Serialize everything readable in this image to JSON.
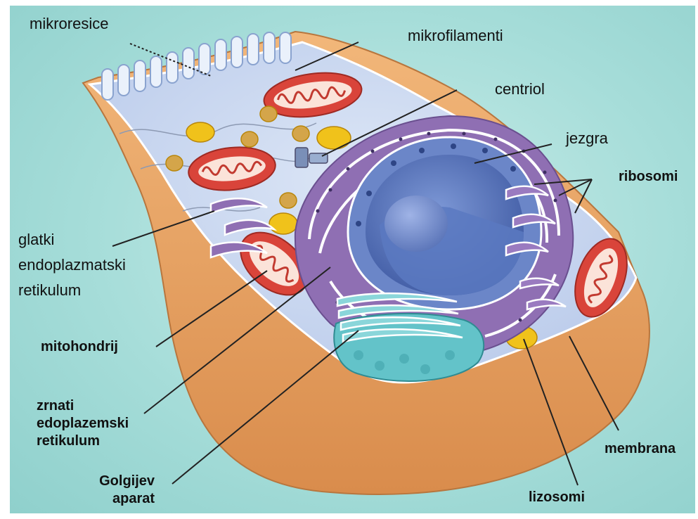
{
  "labels": {
    "mikroresice": "mikroresice",
    "mikrofilamenti": "mikrofilamenti",
    "centriol": "centriol",
    "jezgra": "jezgra",
    "ribosomi": "ribosomi",
    "glatki_er": [
      "glatki",
      "endoplazmatski",
      "retikulum"
    ],
    "mitohondrij": "mitohondrij",
    "zrnati_er": [
      "zrnati",
      "edoplazemski",
      "retikulum"
    ],
    "golgijev": [
      "Golgijev",
      "aparat"
    ],
    "membrana": "membrana",
    "lizosomi": "lizosomi"
  },
  "colors": {
    "background": "#a6ddd9",
    "membrane": "#e8a366",
    "cytoplasm": "#c4d6ef",
    "nucleus": "#4f6fb6",
    "mitochondria": "#d9443a",
    "golgi": "#63c3c9",
    "lysosome": "#f0c21b",
    "er": "#8f6fb3"
  }
}
